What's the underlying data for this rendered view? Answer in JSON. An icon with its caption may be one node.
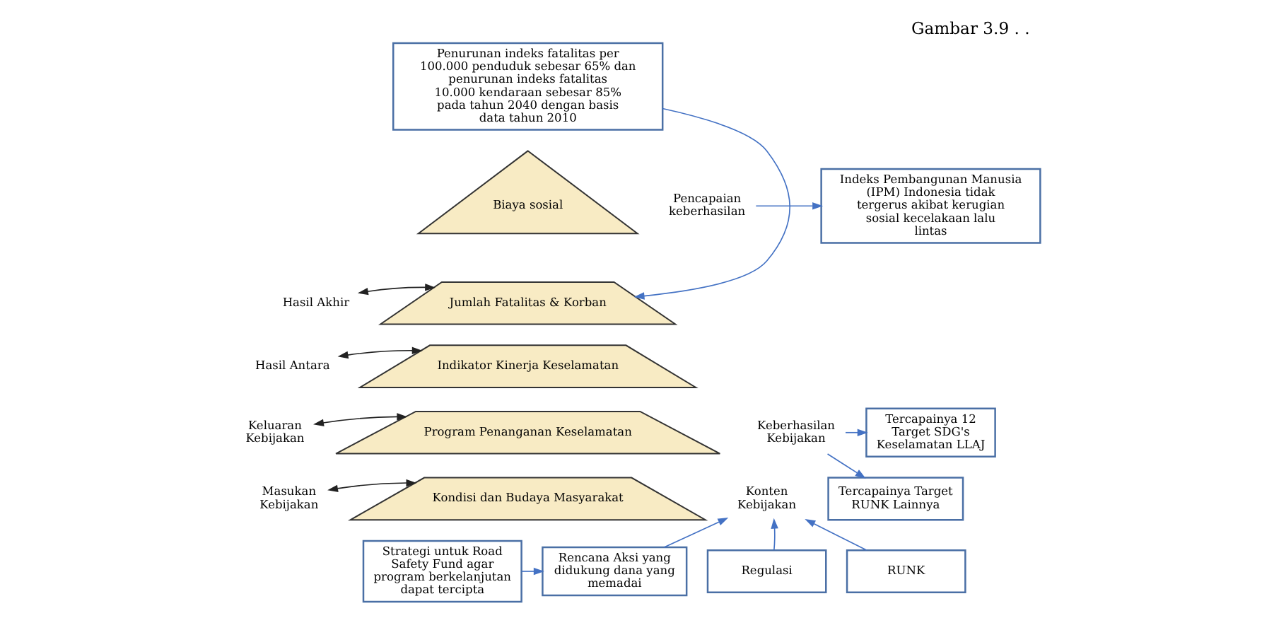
{
  "diagram": {
    "title": "Gambar 3.9 . .",
    "nodes": [
      {
        "text": [
          "Penurunan indeks fatalitas per 100.000 penduduk sebesar 65% dan penurunan indeks fatalitas 10.000 kendaraan sebesar 85% pada tahun 2040 dengan basis data tahun 2010"
        ]
      },
      {
        "text": [
          "Hasil Akhir"
        ]
      },
      {
        "text": [
          "Hasil Antara"
        ]
      },
      {
        "text": [
          "Keluaran Kebijakan"
        ]
      },
      {
        "text": [
          "Masukan Kebijakan"
        ]
      },
      {
        "text": [
          "Biaya sosial"
        ]
      },
      {
        "text": [
          "Jumlah Fatalitas & Korban"
        ]
      },
      {
        "text": [
          "Indikator Kinerja Keselamatan"
        ]
      },
      {
        "text": [
          "Program Penanganan Keselamatan"
        ]
      },
      {
        "text": [
          "Kondisi dan Budaya Masyarakat"
        ]
      },
      {
        "text": [
          "Pencapaian keberhasilan"
        ]
      },
      {
        "text": [
          "Keberhasilan Kebijakan"
        ]
      },
      {
        "text": [
          "Konten Kebijakan"
        ]
      },
      {
        "text": [
          "Indeks Pembangunan Manusia (IPM) Indonesia tidak tergerus akibat kerugian sosial kecelakaan lalu lintas"
        ]
      },
      {
        "text": [
          "Tercapainya 12 Target SDG's Keselamatan LLAJ"
        ]
      },
      {
        "text": [
          "Tercapainya Target RUNK Lainnya"
        ]
      },
      {
        "text": [
          "Strategi untuk Road Safety Fund agar program berkelanjutan dapat tercipta"
        ]
      },
      {
        "text": [
          "Rencana Aksi yang didukung dana yang memadai"
        ]
      },
      {
        "text": [
          "Regulasi"
        ]
      },
      {
        "text": [
          "RUNK"
        ]
      }
    ],
    "edges": [
      {
        "from": 0,
        "to": 6,
        "arrow": "to"
      },
      {
        "from": 1,
        "to": 6,
        "arrow": "both",
        "color": "#222222"
      },
      {
        "from": 2,
        "to": 7,
        "arrow": "both",
        "color": "#222222"
      },
      {
        "from": 3,
        "to": 8,
        "arrow": "both",
        "color": "#222222"
      },
      {
        "from": 4,
        "to": 9,
        "arrow": "both",
        "color": "#222222"
      },
      {
        "from": 10,
        "to": 13,
        "arrow": "to"
      },
      {
        "from": 11,
        "to": 14,
        "arrow": "to"
      },
      {
        "from": 11,
        "to": 15,
        "arrow": "to"
      },
      {
        "from": 17,
        "to": 12,
        "arrow": "to"
      },
      {
        "from": 18,
        "to": 12,
        "arrow": "to"
      },
      {
        "from": 19,
        "to": 12,
        "arrow": "to"
      },
      {
        "from": 16,
        "to": 17,
        "arrow": "to"
      }
    ]
  }
}
